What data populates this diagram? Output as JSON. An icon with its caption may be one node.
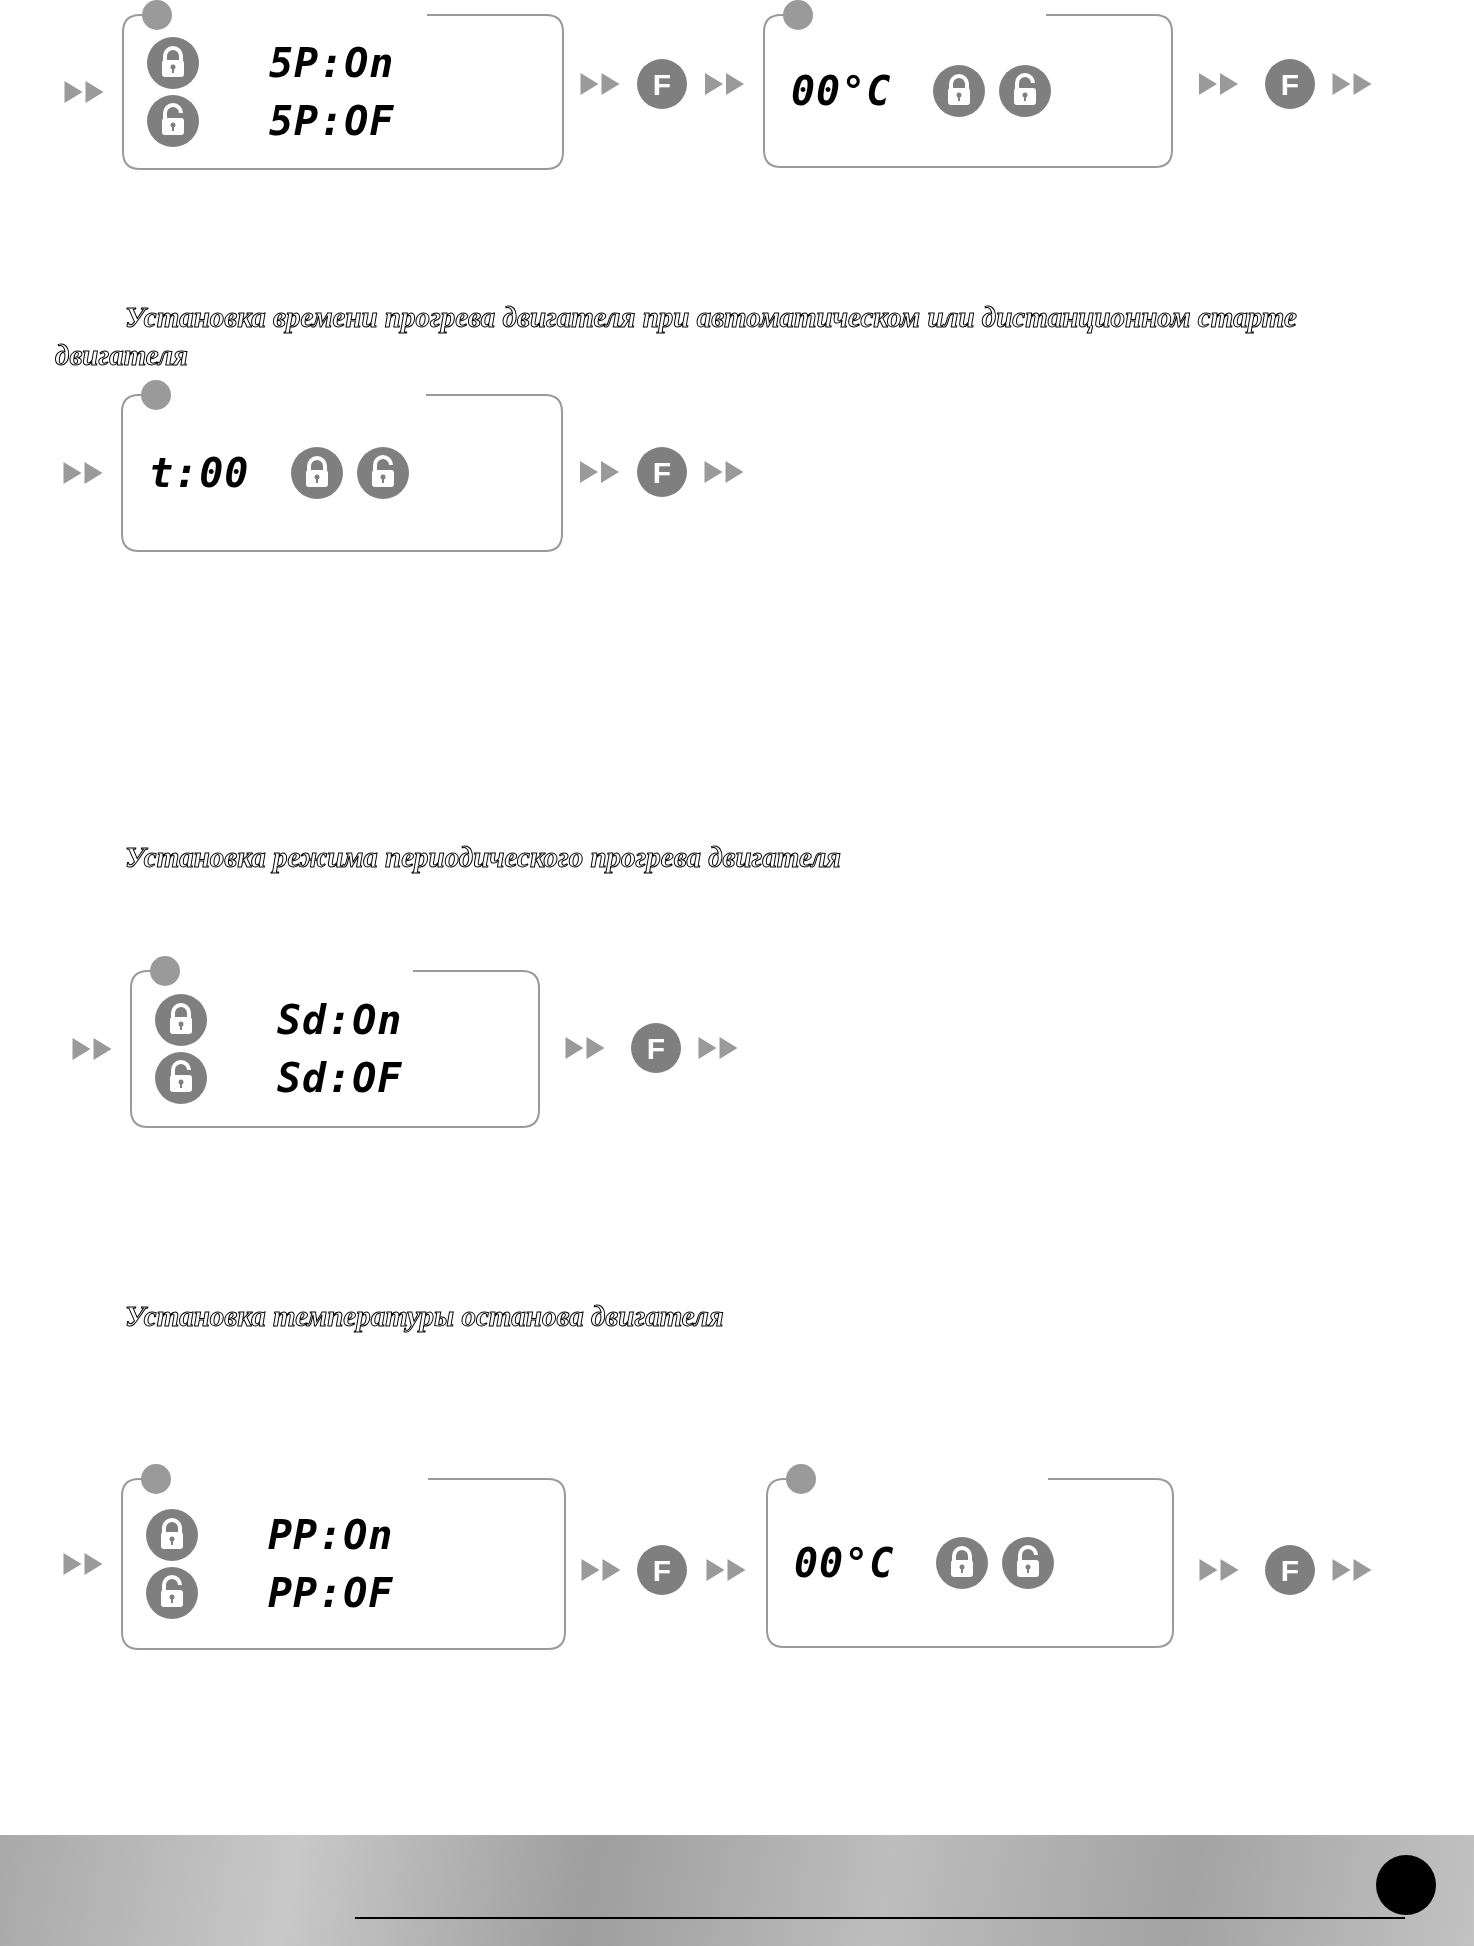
{
  "diagram": {
    "nodes": [
      {
        "text": [
          "5P:On",
          "5P:OF"
        ]
      },
      {
        "text": [
          "F"
        ]
      },
      {
        "text": [
          "00°C"
        ]
      },
      {
        "text": [
          "F"
        ]
      },
      {
        "text": [
          "t:00"
        ]
      },
      {
        "text": [
          "F"
        ]
      },
      {
        "text": [
          "Sd:On",
          "Sd:OF"
        ]
      },
      {
        "text": [
          "F"
        ]
      },
      {
        "text": [
          "PP:On",
          "PP:OF"
        ]
      },
      {
        "text": [
          "F"
        ]
      },
      {
        "text": [
          "00°C"
        ]
      },
      {
        "text": [
          "F"
        ]
      }
    ],
    "edges": [
      {
        "from": null,
        "to": 0,
        "arrow": "to"
      },
      {
        "from": 0,
        "to": 1,
        "arrow": "to"
      },
      {
        "from": 1,
        "to": 2,
        "arrow": "to"
      },
      {
        "from": 2,
        "to": 3,
        "arrow": "to"
      },
      {
        "from": 3,
        "to": null,
        "arrow": "to"
      },
      {
        "from": null,
        "to": 4,
        "arrow": "to"
      },
      {
        "from": 4,
        "to": 5,
        "arrow": "to"
      },
      {
        "from": 5,
        "to": null,
        "arrow": "to"
      },
      {
        "from": null,
        "to": 6,
        "arrow": "to"
      },
      {
        "from": 6,
        "to": 7,
        "arrow": "to"
      },
      {
        "from": 7,
        "to": null,
        "arrow": "to"
      },
      {
        "from": null,
        "to": 8,
        "arrow": "to"
      },
      {
        "from": 8,
        "to": 9,
        "arrow": "to"
      },
      {
        "from": 9,
        "to": 10,
        "arrow": "to"
      },
      {
        "from": 10,
        "to": 11,
        "arrow": "to"
      },
      {
        "from": 11,
        "to": null,
        "arrow": "to"
      }
    ],
    "labels": [
      "Установка времени прогрева двигателя при автоматическом или дистанционном старте двигателя",
      "Установка режима периодического прогрева двигателя",
      "Установка температуры останова двигателя"
    ]
  }
}
